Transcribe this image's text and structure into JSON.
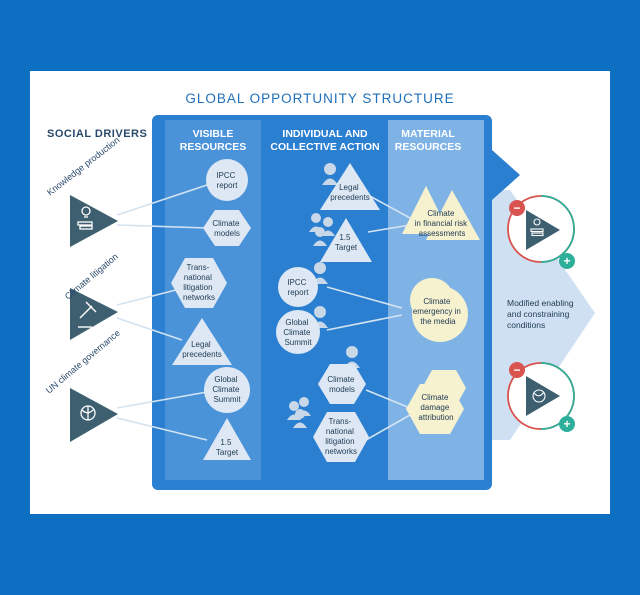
{
  "title": "GLOBAL OPPORTUNITY STRUCTURE",
  "social_drivers": {
    "heading": "SOCIAL DRIVERS",
    "items": [
      {
        "label": "Knowledge production",
        "icon": "lightbulb-books-icon"
      },
      {
        "label": "Climate litigation",
        "icon": "gavel-icon"
      },
      {
        "label": "UN climate governance",
        "icon": "globe-icon"
      }
    ]
  },
  "columns": {
    "visible": [
      "VISIBLE",
      "RESOURCES"
    ],
    "individual": [
      "INDIVIDUAL AND",
      "COLLECTIVE ACTION"
    ],
    "material": [
      "MATERIAL",
      "RESOURCES"
    ]
  },
  "visible_nodes": [
    {
      "shape": "circle",
      "lines": [
        "IPCC",
        "report"
      ]
    },
    {
      "shape": "hexagon",
      "lines": [
        "Climate",
        "models"
      ]
    },
    {
      "shape": "hexagon",
      "lines": [
        "Trans-",
        "national",
        "litigation",
        "networks"
      ]
    },
    {
      "shape": "triangle",
      "lines": [
        "Legal",
        "precedents"
      ]
    },
    {
      "shape": "circle",
      "lines": [
        "Global",
        "Climate",
        "Summit"
      ]
    },
    {
      "shape": "triangle",
      "lines": [
        "1.5",
        "Target"
      ]
    }
  ],
  "action_nodes": [
    {
      "shape": "triangle",
      "lines": [
        "Legal",
        "precedents"
      ],
      "people": "single"
    },
    {
      "shape": "triangle",
      "lines": [
        "1.5",
        "Target"
      ],
      "people": "group"
    },
    {
      "shape": "circle",
      "lines": [
        "IPCC",
        "report"
      ],
      "people": "single"
    },
    {
      "shape": "circle",
      "lines": [
        "Global",
        "Climate",
        "Summit"
      ],
      "people": "single"
    },
    {
      "shape": "hexagon",
      "lines": [
        "Climate",
        "models"
      ],
      "people": "single"
    },
    {
      "shape": "hexagon",
      "lines": [
        "Trans-",
        "national",
        "litigation",
        "networks"
      ],
      "people": "group"
    }
  ],
  "material_nodes": [
    {
      "shape": "triangles",
      "lines": [
        "Climate",
        "in financial risk",
        "assessments"
      ]
    },
    {
      "shape": "circles",
      "lines": [
        "Climate",
        "emergency in",
        "the media"
      ]
    },
    {
      "shape": "hexagons",
      "lines": [
        "Climate",
        "damage",
        "attribution"
      ]
    }
  ],
  "outcome": {
    "lines": [
      "Modified enabling",
      "and constraining",
      "conditions"
    ]
  },
  "badges": {
    "minus": "−",
    "plus": "+"
  },
  "colors": {
    "background": "#0d6fc2",
    "panel": "#2a7fd0",
    "panel_inner": "#4a93d9",
    "heading": "#1f6fba",
    "node_fill": "#dde8f4",
    "material_fill": "#f6f1cf",
    "driver_fill": "#3d5f6f",
    "minus_badge": "#d9534f",
    "plus_badge": "#2eaf9a"
  }
}
